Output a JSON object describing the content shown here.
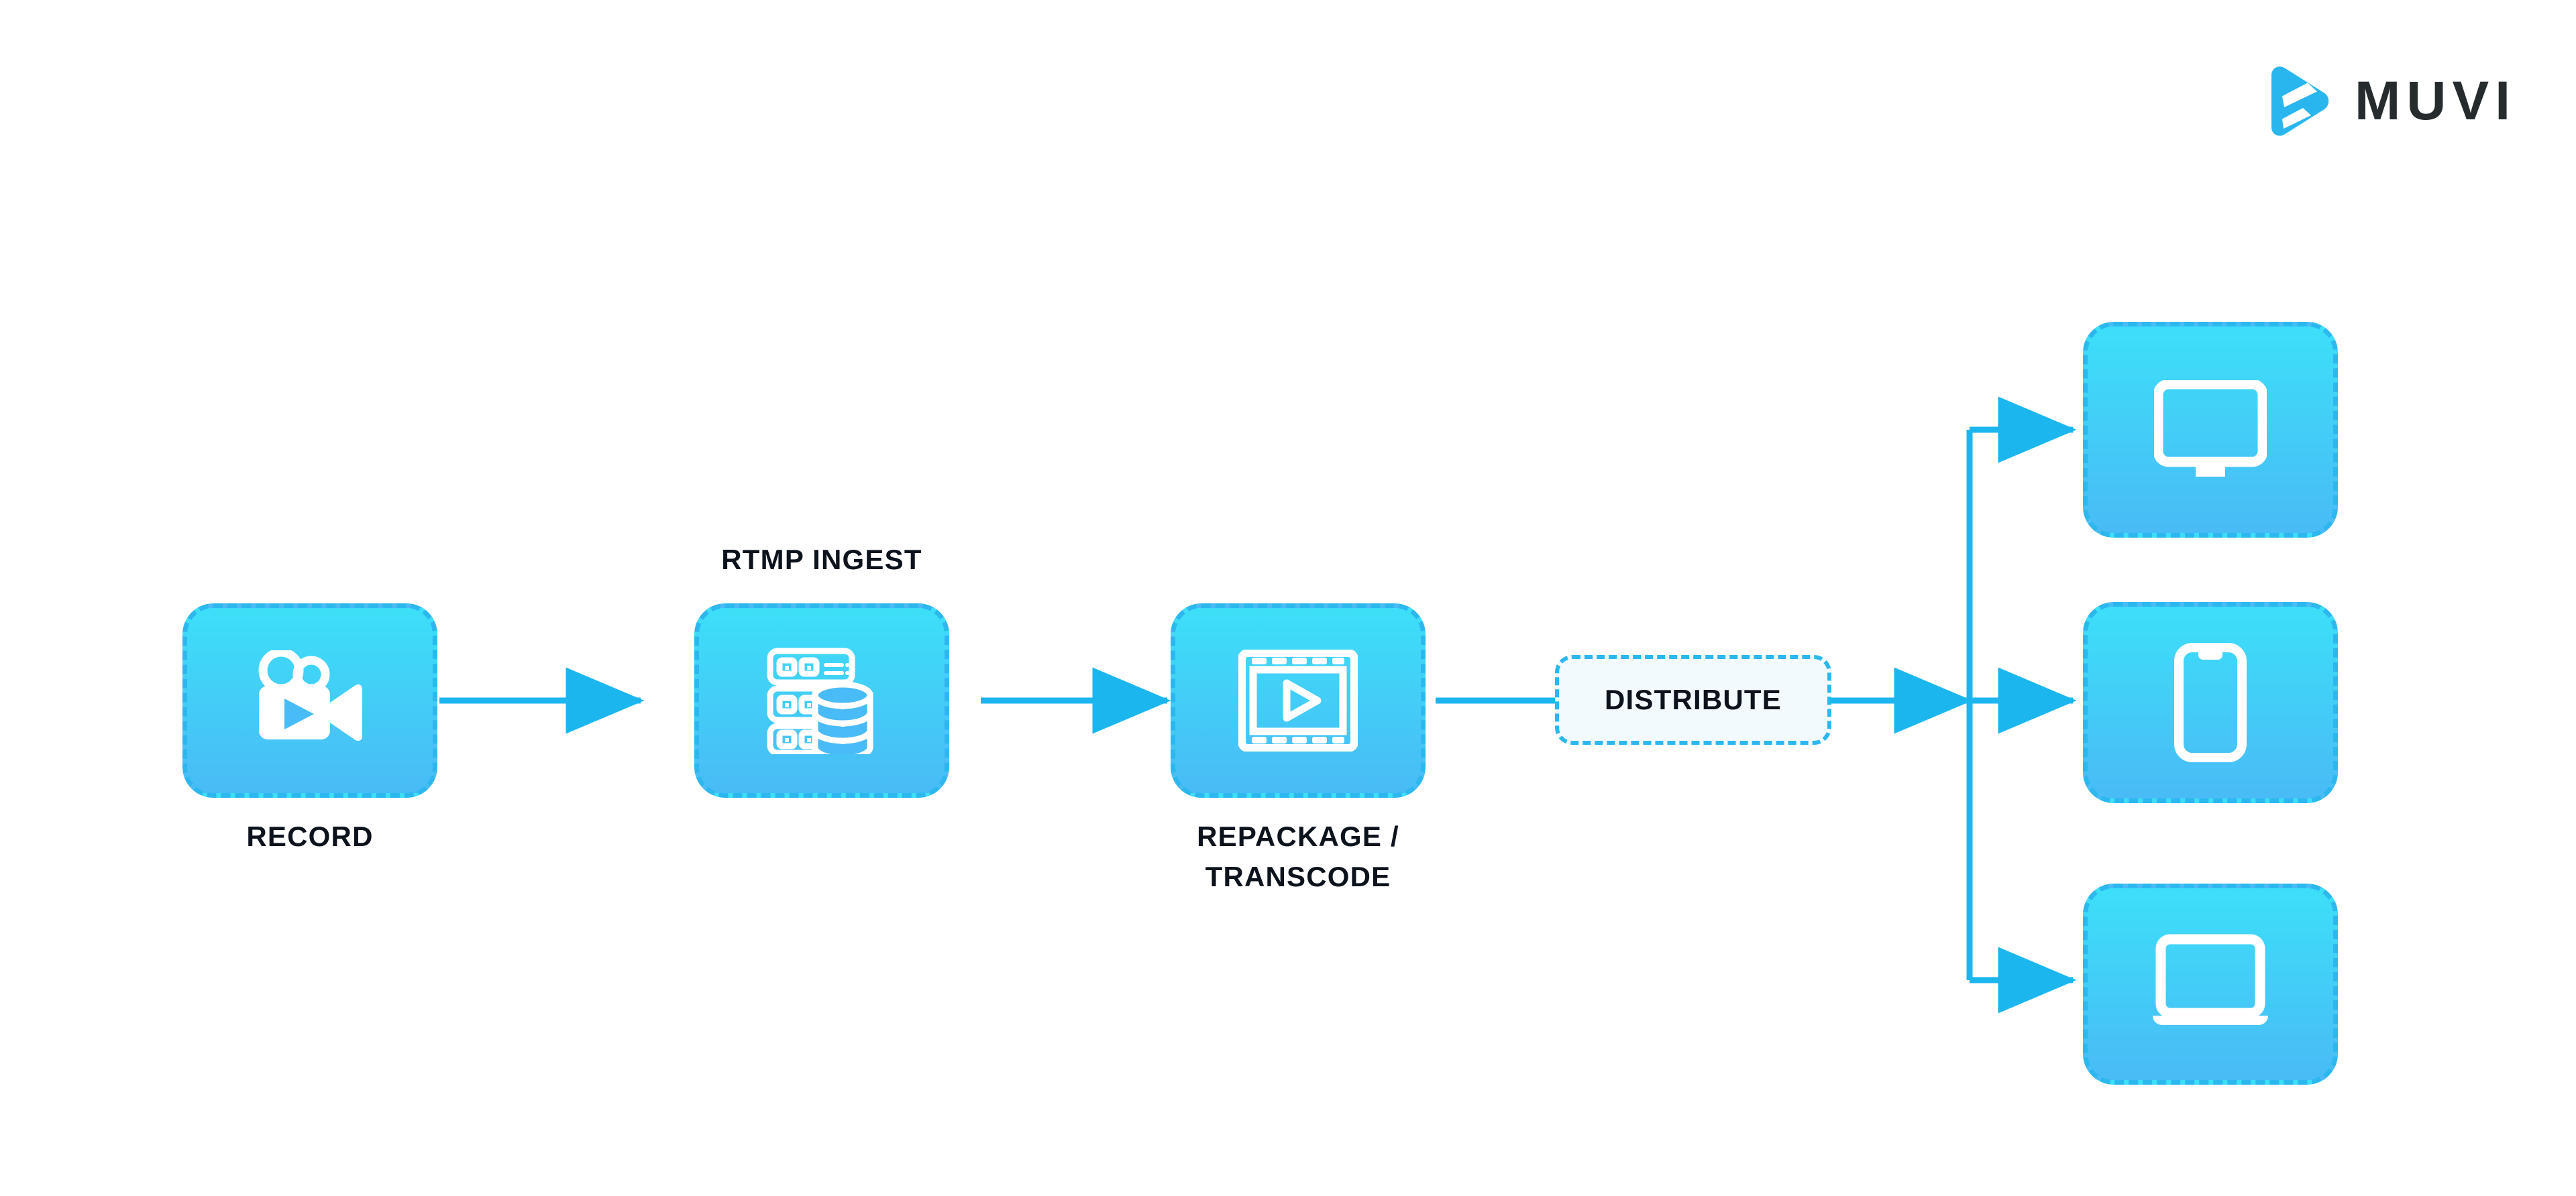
{
  "brand": {
    "logo_icon": "muvi-play-logo-icon",
    "wordmark": "MUVI",
    "logo_color": "#29b6ef",
    "wordmark_color": "#262b2e"
  },
  "theme": {
    "node_border": "#2cb8ef",
    "node_gradient_top": "#3ddff8",
    "node_gradient_bottom": "#49bbf6",
    "arrow_color": "#1cb6ef",
    "text_color": "#0d131c",
    "light_node_fill": "#f2fafd",
    "page_background": "#ffffff"
  },
  "diagram": {
    "type": "flow",
    "title": "",
    "stages": [
      {
        "id": "record",
        "label": "RECORD",
        "label_position": "below",
        "icon": "video-camera-icon"
      },
      {
        "id": "rtmp-ingest",
        "label": "RTMP INGEST",
        "label_position": "above",
        "icon": "server-database-icon"
      },
      {
        "id": "repackage-transcode",
        "label": "REPACKAGE /\nTRANSCODE",
        "label_position": "below",
        "icon": "film-strip-play-icon"
      },
      {
        "id": "distribute",
        "label": "DISTRIBUTE",
        "label_position": "inside",
        "icon": ""
      }
    ],
    "outputs": [
      {
        "id": "desktop",
        "label": "",
        "icon": "desktop-monitor-icon"
      },
      {
        "id": "mobile",
        "label": "",
        "icon": "smartphone-icon"
      },
      {
        "id": "laptop",
        "label": "",
        "icon": "laptop-icon"
      }
    ],
    "connections": [
      {
        "from": "record",
        "to": "rtmp-ingest",
        "style": "arrow"
      },
      {
        "from": "rtmp-ingest",
        "to": "repackage-transcode",
        "style": "arrow"
      },
      {
        "from": "repackage-transcode",
        "to": "distribute",
        "style": "line"
      },
      {
        "from": "distribute",
        "to": "fan-out-trunk",
        "style": "arrow"
      },
      {
        "from": "fan-out-trunk",
        "to": "desktop",
        "style": "arrow"
      },
      {
        "from": "fan-out-trunk",
        "to": "mobile",
        "style": "arrow"
      },
      {
        "from": "fan-out-trunk",
        "to": "laptop",
        "style": "arrow"
      }
    ]
  }
}
